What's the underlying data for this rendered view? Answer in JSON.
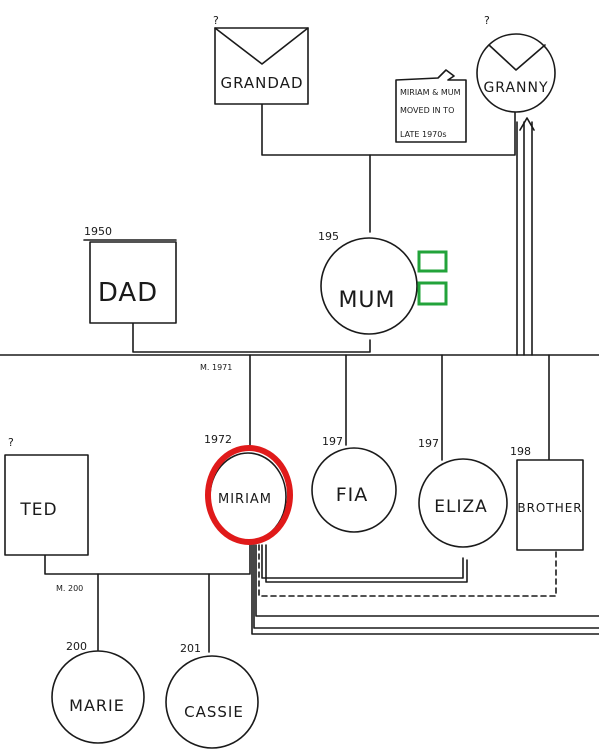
{
  "diagram": {
    "kind": "family-tree-sketch",
    "people": {
      "grandad": {
        "name": "GRANDAD",
        "year": "?"
      },
      "granny": {
        "name": "GRANNY",
        "year": "?"
      },
      "dad": {
        "name": "DAD",
        "year": "1950"
      },
      "mum": {
        "name": "MUM",
        "year": "195"
      },
      "ted": {
        "name": "TED",
        "year": "?"
      },
      "miriam": {
        "name": "MIRIAM",
        "year": "1972"
      },
      "fia": {
        "name": "FIA",
        "year": "197"
      },
      "eliza": {
        "name": "ELIZA",
        "year": "197"
      },
      "brother": {
        "name": "BROTHER",
        "year": "198"
      },
      "marie": {
        "name": "MARIE",
        "year": "200"
      },
      "cassie": {
        "name": "CASSIE",
        "year": "201"
      }
    },
    "note": {
      "lines": [
        "MIRIAM & MUM",
        "MOVED IN TO",
        "LATE 1970s"
      ]
    },
    "marriages": {
      "dad_mum": "M. 1971",
      "ted_miriam": "M. 200"
    },
    "colors": {
      "ink": "#1a1a1a",
      "highlight_circle": "#e01a1a",
      "marker_boxes": "#22a33a"
    }
  }
}
